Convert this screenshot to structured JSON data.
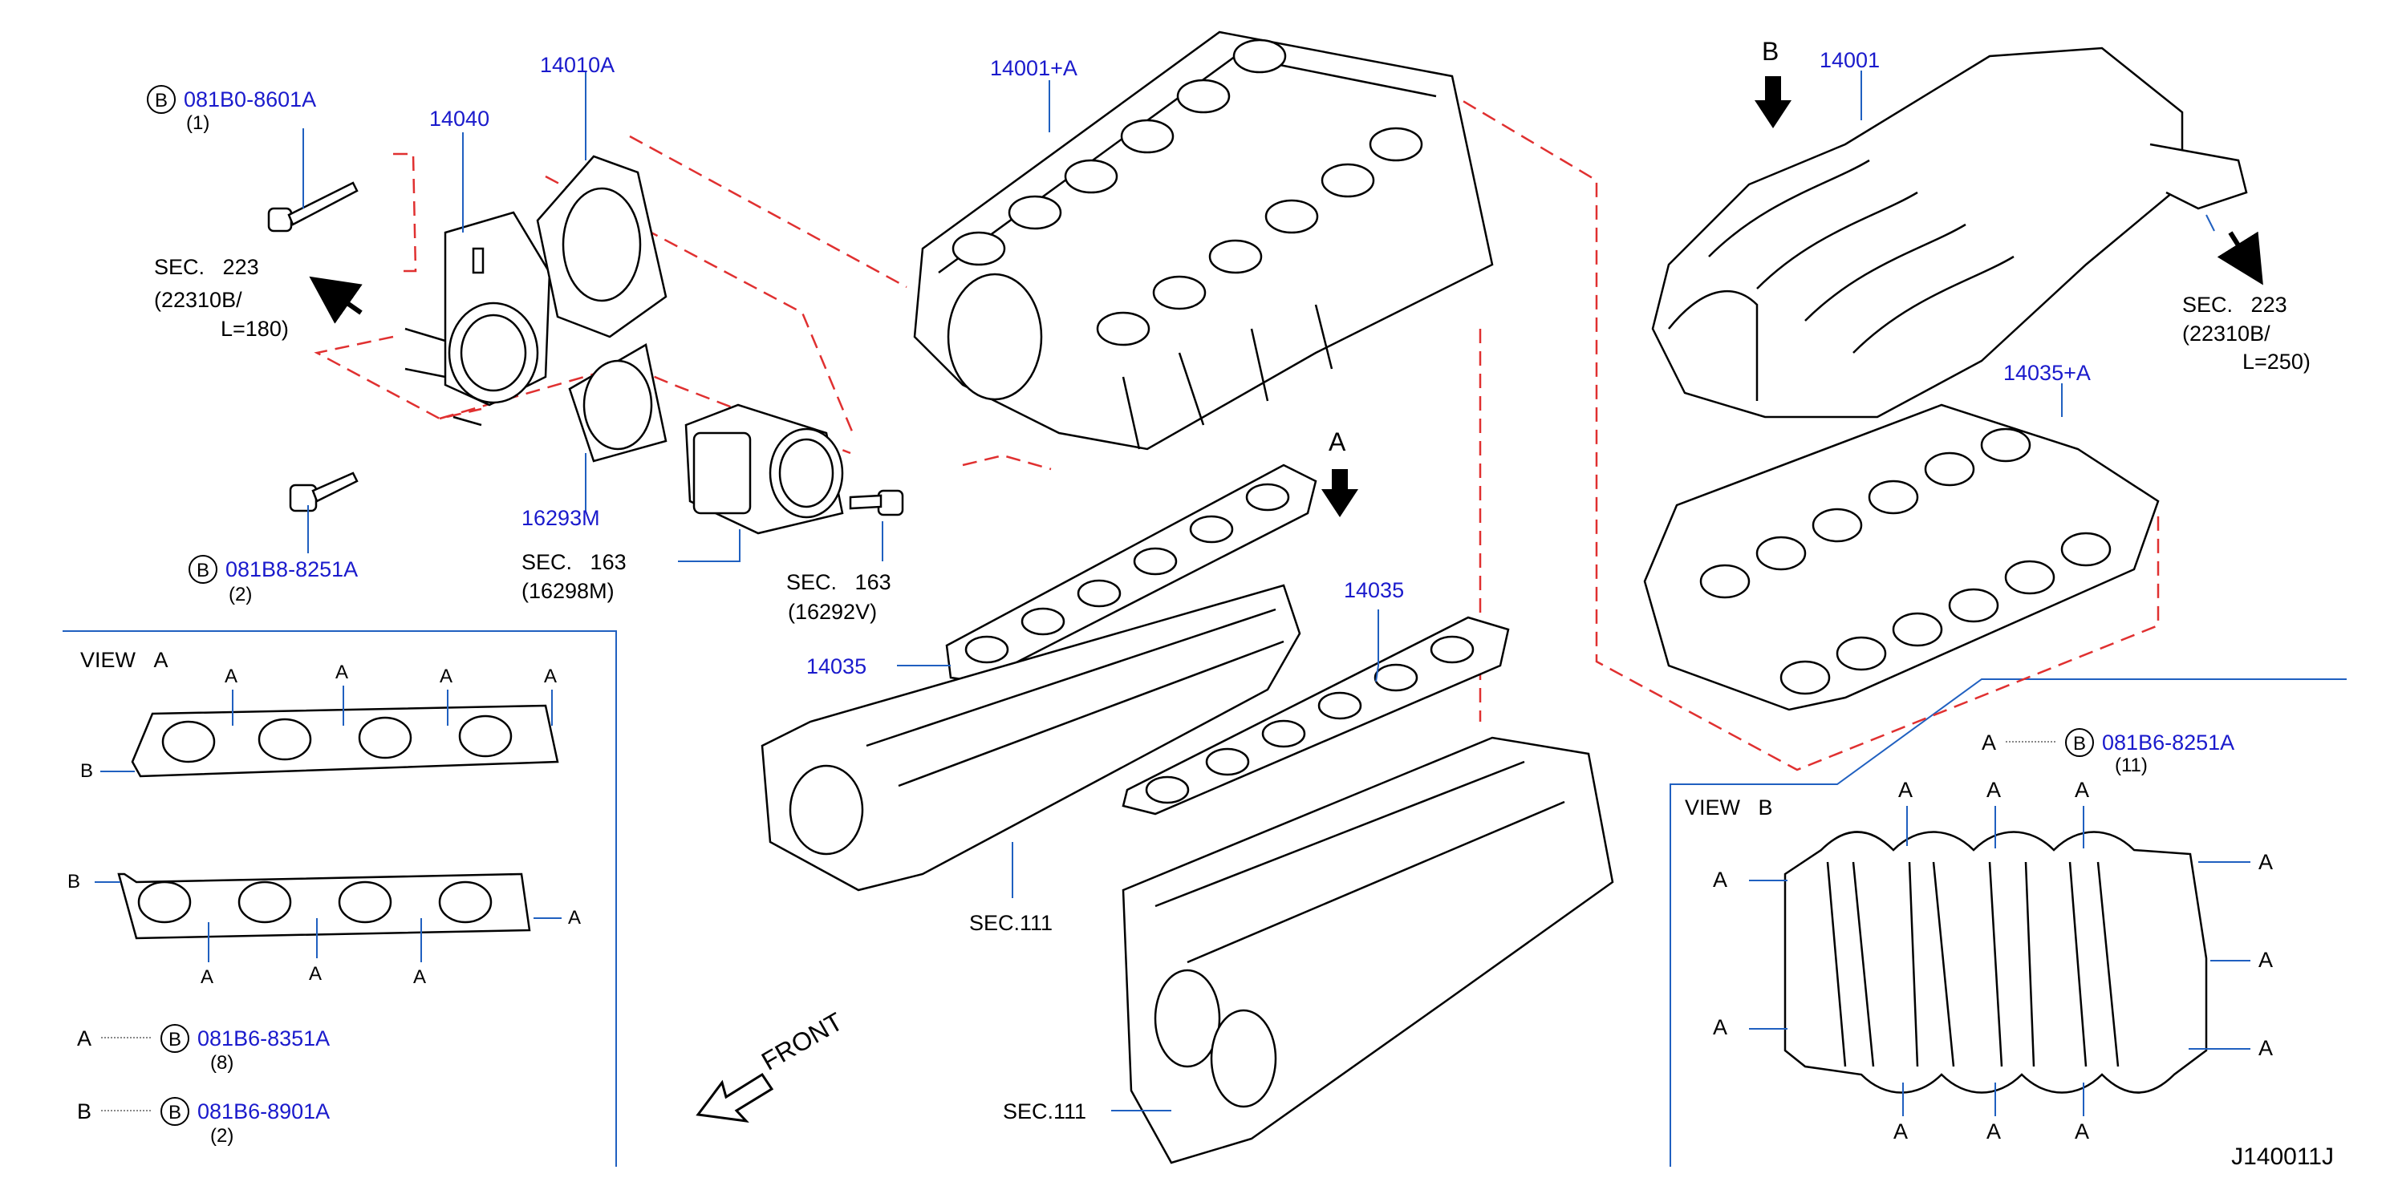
{
  "top_left": {
    "bolt1": {
      "badge": "B",
      "part": "081B0-8601A",
      "qty": "(1)"
    },
    "tb_chamber": "14040",
    "gasket_top": "14010A",
    "sec223_left": {
      "sec": "SEC.",
      "num": "223",
      "ref": "(22310B/",
      "len": "L=180)"
    },
    "gasket_mid": "16293M",
    "bolt2": {
      "badge": "B",
      "part": "081B8-8251A",
      "qty": "(2)"
    },
    "sec163_a": {
      "sec": "SEC.",
      "num": "163",
      "ref": "(16298M)"
    },
    "sec163_b": {
      "sec": "SEC.",
      "num": "163",
      "ref": "(16292V)"
    }
  },
  "center": {
    "lower_manifold": "14001+A",
    "gasket_left": "14035",
    "gasket_right": "14035",
    "arrow_a": "A",
    "sec111_upper": "SEC.111",
    "sec111_lower": "SEC.111",
    "front": "FRONT"
  },
  "right": {
    "arrow_b": "B",
    "upper_manifold": "14001",
    "sec223_right": {
      "sec": "SEC.",
      "num": "223",
      "ref": "(22310B/",
      "len": "L=250)"
    },
    "gasket_upper": "14035+A"
  },
  "view_a": {
    "title_view": "VIEW",
    "title_letter": "A",
    "top_marks": [
      "A",
      "A",
      "A",
      "A",
      "B"
    ],
    "bottom_marks": [
      "B",
      "A",
      "A",
      "A",
      "A"
    ],
    "legend": [
      {
        "key": "A",
        "badge": "B",
        "part": "081B6-8351A",
        "qty": "(8)"
      },
      {
        "key": "B",
        "badge": "B",
        "part": "081B6-8901A",
        "qty": "(2)"
      }
    ]
  },
  "view_b": {
    "title_view": "VIEW",
    "title_letter": "B",
    "legend": {
      "key": "A",
      "badge": "B",
      "part": "081B6-8251A",
      "qty": "(11)"
    },
    "marks_top": [
      "A",
      "A",
      "A"
    ],
    "marks_left": [
      "A",
      "A"
    ],
    "marks_right": [
      "A",
      "A",
      "A"
    ],
    "marks_bottom": [
      "A",
      "A",
      "A"
    ]
  },
  "diagram_code": "J140011J",
  "colors": {
    "blue": "#1a1acc",
    "red_dash": "#e03030",
    "line": "#000000",
    "leader_blue": "#2060c0"
  }
}
